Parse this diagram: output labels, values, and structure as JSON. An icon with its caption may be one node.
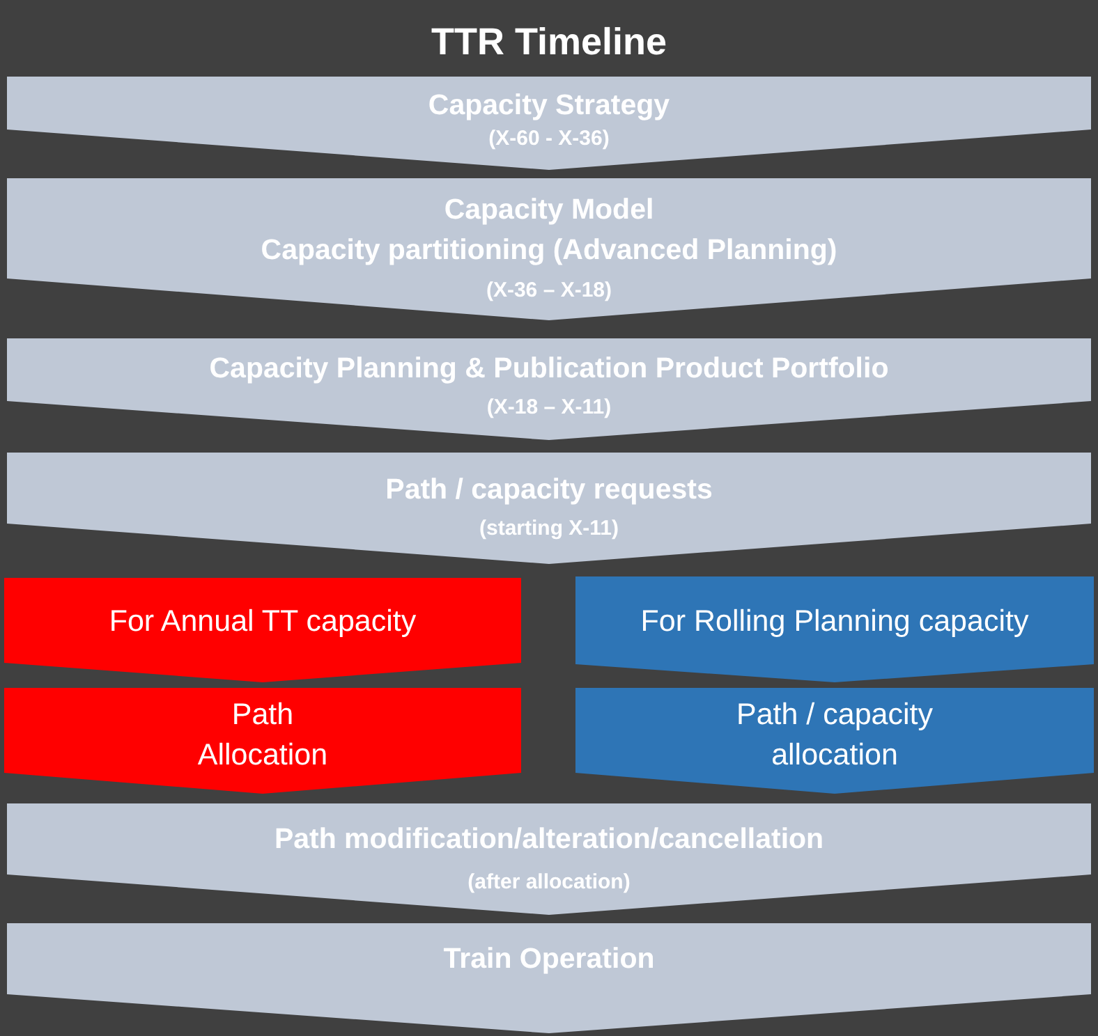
{
  "diagram": {
    "title": "TTR Timeline",
    "nodes": [
      {
        "text": [
          "Capacity Strategy",
          "(X-60 - X-36)"
        ]
      },
      {
        "text": [
          "Capacity Model",
          "Capacity partitioning (Advanced Planning)",
          "(X-36 – X-18)"
        ]
      },
      {
        "text": [
          "Capacity Planning & Publication Product Portfolio",
          "(X-18 – X-11)"
        ]
      },
      {
        "text": [
          "Path / capacity requests",
          "(starting X-11)"
        ]
      },
      {
        "text": [
          "For Annual TT capacity"
        ]
      },
      {
        "text": [
          "For Rolling Planning capacity"
        ]
      },
      {
        "text": [
          "Path Allocation"
        ]
      },
      {
        "text": [
          "Path / capacity allocation"
        ]
      },
      {
        "text": [
          "Path modification/alteration/cancellation",
          "(after allocation)"
        ]
      },
      {
        "text": [
          "Train Operation"
        ]
      }
    ]
  }
}
